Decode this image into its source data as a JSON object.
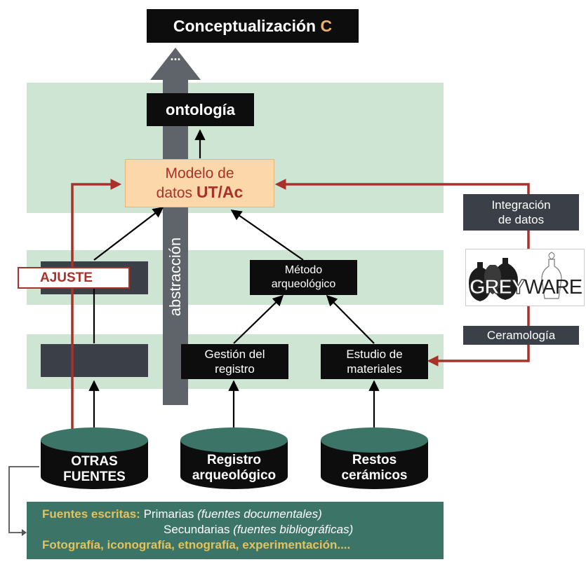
{
  "title": {
    "main": "Conceptualización",
    "letter": "C"
  },
  "arrow_top_dots": "...",
  "ontology": "ontología",
  "model": {
    "line1": "Modelo de",
    "line2_prefix": "datos",
    "line2_bold": "UT/Ac"
  },
  "abstraction": "abstracción",
  "ajuste": "AJUSTE",
  "metodo": {
    "line1": "Método",
    "line2": "arqueológico"
  },
  "gestion": {
    "line1": "Gestión del",
    "line2": "registro"
  },
  "estudio": {
    "line1": "Estudio de",
    "line2": "materiales"
  },
  "sources": [
    {
      "line1": "OTRAS",
      "line2": "FUENTES"
    },
    {
      "line1": "Registro",
      "line2": "arqueológico"
    },
    {
      "line1": "Restos",
      "line2": "cerámicos"
    }
  ],
  "integracion": {
    "line1": "Integración",
    "line2": "de datos"
  },
  "logo": {
    "part1": "GREY",
    "part2": "WARE"
  },
  "ceramologia": "Ceramología",
  "fuentes": {
    "label1": "Fuentes escritas:",
    "primarias": "Primarias",
    "primarias_note": "(fuentes documentales)",
    "secundarias": "Secundarias",
    "secundarias_note": "(fuentes bibliográficas)",
    "line3": "Fotografía, iconografía, etnografía, experimentación...."
  },
  "colors": {
    "band": "#cfe5d3",
    "dark_red": "#a8322a",
    "orange_text": "#f0b067",
    "model_fill": "#fbd7aa",
    "teal": "#3c7567",
    "gold": "#e6c25a",
    "grey_arrow": "#5e6469"
  }
}
